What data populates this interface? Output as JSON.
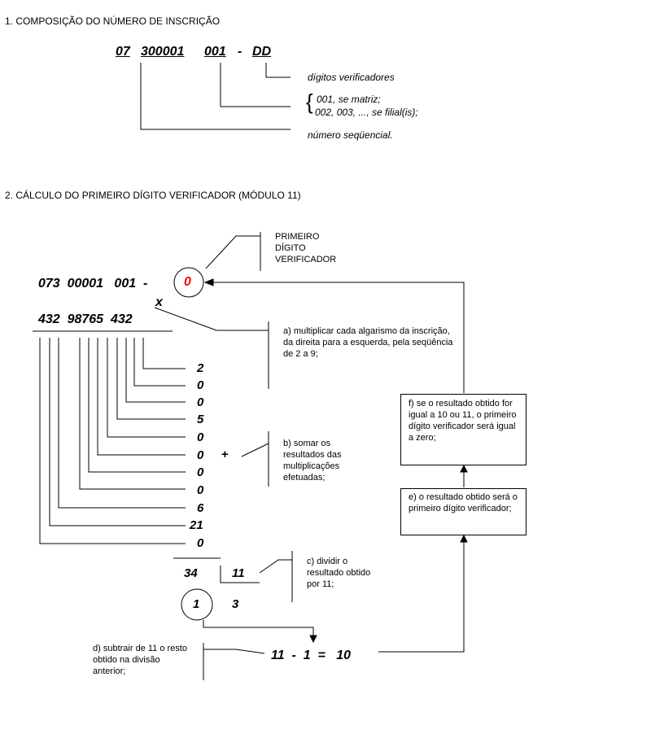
{
  "section1": {
    "title": "1.  COMPOSIÇÃO DO NÚMERO DE INSCRIÇÃO",
    "inscription": {
      "part1": "07",
      "part2": "300001",
      "part3": "001",
      "dash": "-",
      "part4": "DD"
    },
    "labels": {
      "check_digits": "dígitos verificadores",
      "option_matrix": "001, se matriz;",
      "option_branch": "002, 003, ..., se filial(is);",
      "brace": "{",
      "sequential": "número seqüencial."
    }
  },
  "section2": {
    "title": "2.    CÁLCULO DO PRIMEIRO DÍGITO VERIFICADOR (MÓDULO 11)",
    "primeiro_label": [
      "PRIMEIRO",
      "DÍGITO",
      "VERIFICADOR"
    ],
    "number_line": {
      "text": "073  00001   001  -",
      "digit": "0"
    },
    "times": "x",
    "weights": "432  98765  432",
    "products": [
      "2",
      "0",
      "0",
      "5",
      "0",
      "0",
      "0",
      "0",
      "6",
      "21",
      "0"
    ],
    "plus": "+",
    "sum": "34",
    "divisor": "11",
    "quotient": "3",
    "remainder": "1",
    "subtraction": "11  -  1  =   10",
    "notes": {
      "a": "a) multiplicar cada algarismo da inscrição, da direita para a esquerda, pela seqüência de 2 a 9;",
      "b": "b) somar os resultados das multiplicações efetuadas;",
      "c": "c) dividir o resultado obtido por 11;",
      "d": "d) subtrair de 11 o resto obtido na divisão anterior;",
      "e": "e) o resultado obtido será o primeiro dígito verificador;",
      "f": "f) se o resultado obtido for igual a 10 ou 11, o primeiro dígito verificador será igual a zero;"
    },
    "colors": {
      "highlight_digit": "#ff0000",
      "ink": "#000000"
    }
  }
}
